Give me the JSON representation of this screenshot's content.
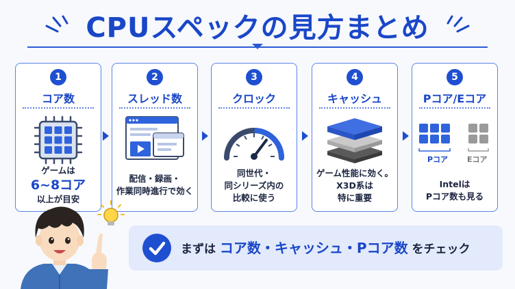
{
  "title": "CPUスペックの見方まとめ",
  "cards": [
    {
      "number": "1",
      "title": "コア数",
      "line1": "ゲームは",
      "highlight": "6~8コア",
      "line2": "以上が目安",
      "icon": "cpu-chip-icon"
    },
    {
      "number": "2",
      "title": "スレッド数",
      "line1": "配信・録画・",
      "line2": "作業同時進行で効く",
      "icon": "multi-window-icon"
    },
    {
      "number": "3",
      "title": "クロック",
      "line1": "同世代・",
      "line2": "同シリーズ内の",
      "line3": "比較に使う",
      "icon": "speedometer-icon"
    },
    {
      "number": "4",
      "title": "キャッシュ",
      "line1": "ゲーム性能に効く。",
      "line2": "X3D系は",
      "line3": "特に重要",
      "icon": "stacked-layers-icon"
    },
    {
      "number": "5",
      "title": "Pコア/Eコア",
      "p_label": "Pコア",
      "e_label": "Eコア",
      "line1": "Intelは",
      "line2": "Pコア数も見る",
      "icon": "core-grid-icon"
    }
  ],
  "banner": {
    "prefix": "まずは",
    "highlight": "コア数・キャッシュ・Pコア数",
    "suffix": "をチェック"
  },
  "colors": {
    "accent": "#1a47c8",
    "card_border": "#5b82e6",
    "banner_bg": "#e2eafb",
    "p_core": "#2f63dc",
    "e_core": "#9a9a9a"
  }
}
